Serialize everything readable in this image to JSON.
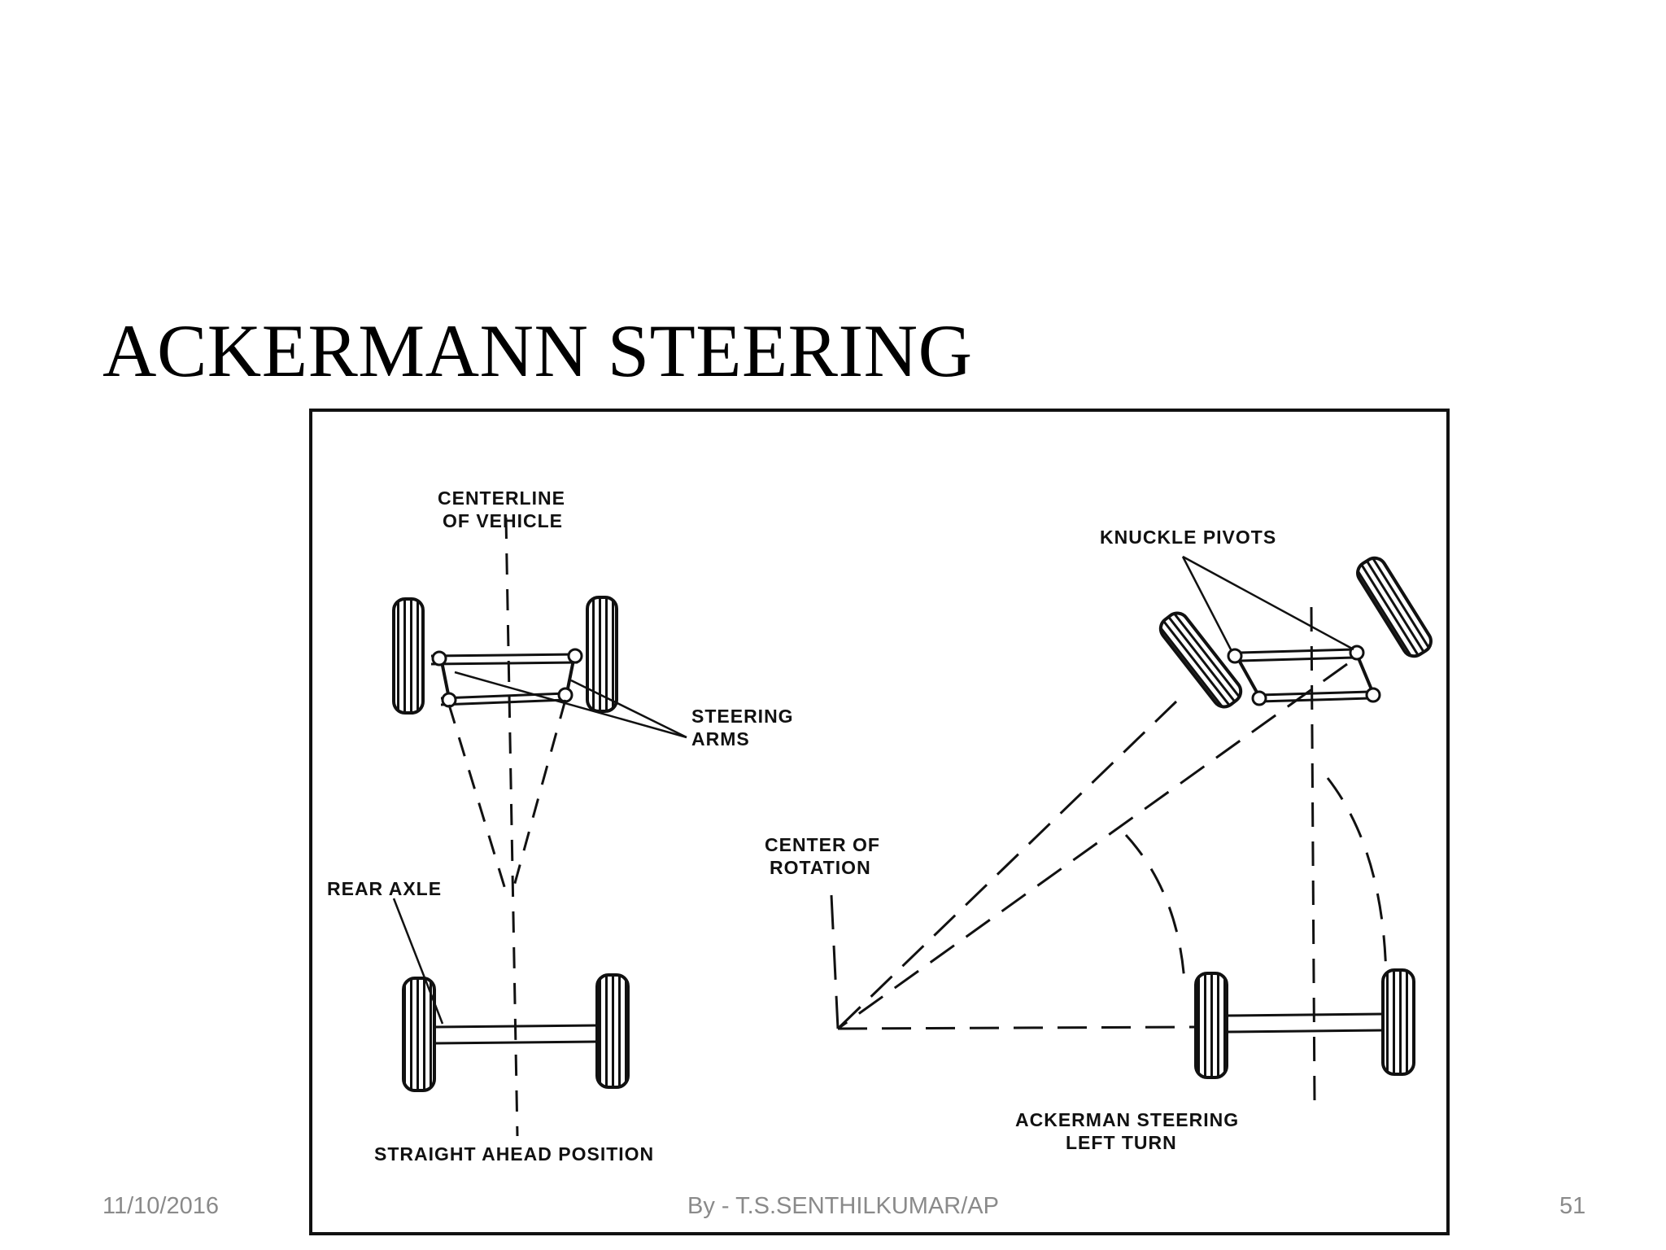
{
  "slide": {
    "title": "ACKERMANN STEERING",
    "footer_date": "11/10/2016",
    "footer_author": "By - T.S.SENTHILKUMAR/AP",
    "page_number": "51"
  },
  "diagram": {
    "labels": {
      "centerline_line1": "CENTERLINE",
      "centerline_line2": "OF VEHICLE",
      "steering_arms_line1": "STEERING",
      "steering_arms_line2": "ARMS",
      "rear_axle": "REAR AXLE",
      "straight_ahead": "STRAIGHT AHEAD POSITION",
      "knuckle_pivots": "KNUCKLE PIVOTS",
      "center_of_rotation_line1": "CENTER OF",
      "center_of_rotation_line2": "ROTATION",
      "ackerman_line1": "ACKERMAN STEERING",
      "ackerman_line2": "LEFT TURN"
    }
  },
  "colors": {
    "ink": "#111111",
    "footer_text": "#8a8a8a"
  }
}
